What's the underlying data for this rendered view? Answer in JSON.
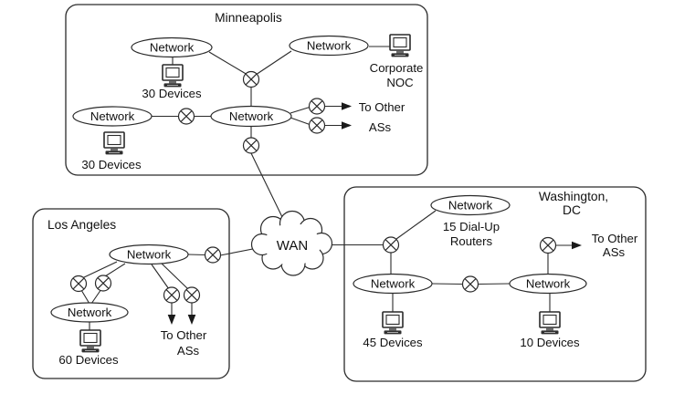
{
  "diagram": {
    "type": "network-topology",
    "shared": {
      "network_label": "Network"
    },
    "wan": {
      "label": "WAN"
    },
    "regions": {
      "minneapolis": {
        "title": "Minneapolis",
        "labels": {
          "devices_top": "30 Devices",
          "devices_left": "30 Devices",
          "corporate_line1": "Corporate",
          "corporate_line2": "NOC",
          "to_other_line1": "To Other",
          "to_other_line2": "ASs"
        }
      },
      "los_angeles": {
        "title": "Los Angeles",
        "labels": {
          "devices": "60 Devices",
          "to_other_line1": "To Other",
          "to_other_line2": "ASs"
        }
      },
      "washington_dc": {
        "title_line1": "Washington,",
        "title_line2": "DC",
        "labels": {
          "dialup_line1": "15 Dial-Up",
          "dialup_line2": "Routers",
          "devices_left": "45 Devices",
          "devices_right": "10 Devices",
          "to_other_line1": "To Other",
          "to_other_line2": "ASs"
        }
      }
    },
    "colors": {
      "line": "#2a2a2a",
      "background": "#ffffff"
    }
  }
}
